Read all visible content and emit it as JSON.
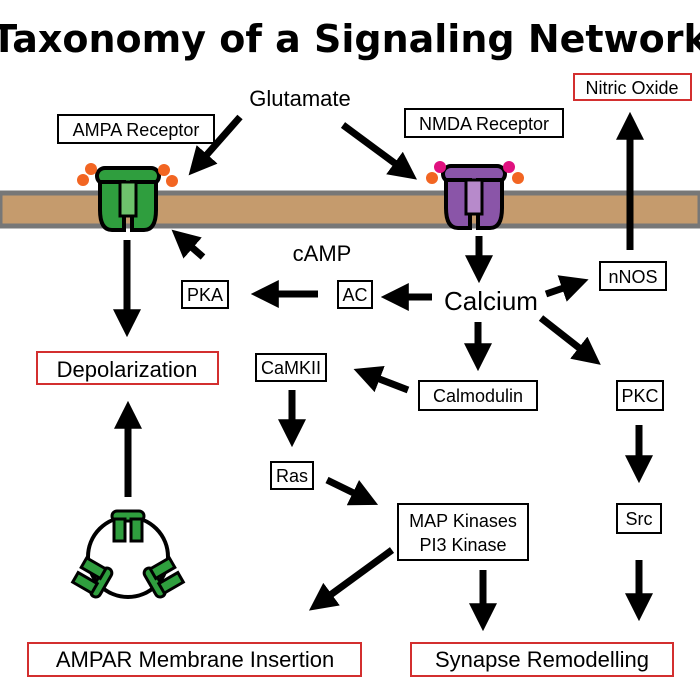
{
  "title": "Taxonomy of a Signaling Network",
  "nodes": {
    "glutamate": "Glutamate",
    "ampa_receptor": "AMPA Receptor",
    "nmda_receptor": "NMDA Receptor",
    "nitric_oxide": "Nitric Oxide",
    "camp": "cAMP",
    "pka": "PKA",
    "ac": "AC",
    "calcium": "Calcium",
    "nnos": "nNOS",
    "depolarization": "Depolarization",
    "camkii": "CaMKII",
    "calmodulin": "Calmodulin",
    "pkc": "PKC",
    "ras": "Ras",
    "map_kinases": "MAP Kinases",
    "pi3_kinase": "PI3 Kinase",
    "src": "Src",
    "ampar_insertion": "AMPAR Membrane Insertion",
    "synapse_remodelling": "Synapse Remodelling"
  },
  "colors": {
    "membrane": "#c59b6d",
    "membrane_border": "#777777",
    "ampa": "#2f9e3e",
    "ampa_light": "#6ec36c",
    "nmda": "#8a55a8",
    "nmda_light": "#b78acb",
    "orange_dot": "#f26522",
    "magenta_dot": "#e0117f",
    "outcome_border": "#d32f2f",
    "box_border": "#000000"
  }
}
